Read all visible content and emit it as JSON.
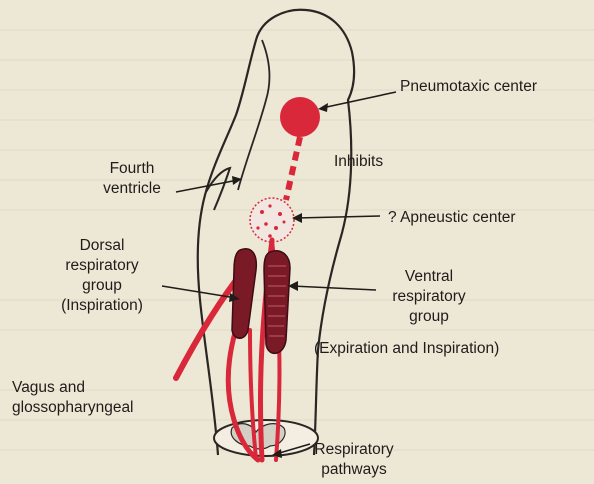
{
  "labels": {
    "pneumotaxic_center": "Pneumotaxic center",
    "inhibits": "Inhibits",
    "fourth_ventricle": "Fourth\nventricle",
    "apneustic_center": "? Apneustic center",
    "dorsal_group": "Dorsal\nrespiratory\ngroup\n(Inspiration)",
    "ventral_group": "Ventral\nrespiratory\ngroup",
    "ventral_group_function": "(Expiration and Inspiration)",
    "vagus": "Vagus and\nglossopharyngeal",
    "respiratory_pathways": "Respiratory\npathways"
  },
  "colors": {
    "background": "#ede7d6",
    "outline": "#2a2624",
    "red": "#d8283a",
    "dark_red": "#7a1a26"
  }
}
